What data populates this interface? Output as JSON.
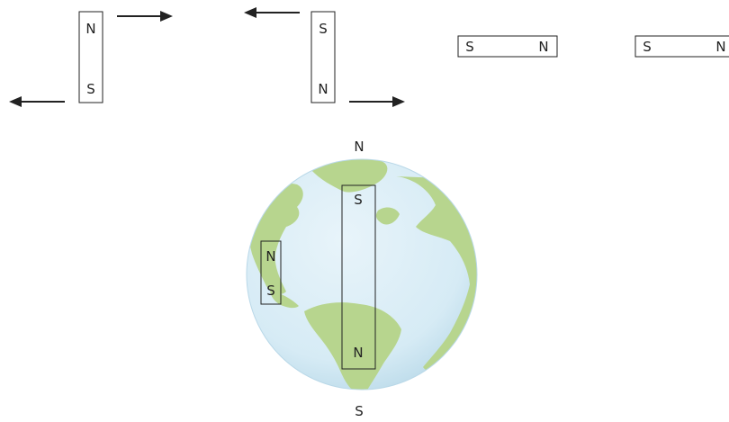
{
  "magnet_pair_1": {
    "left_top": "N",
    "left_bottom": "S"
  },
  "magnet_pair_2": {
    "top": "S",
    "bottom": "N"
  },
  "bar_magnet_3": {
    "left": "S",
    "right": "N"
  },
  "bar_magnet_4": {
    "left": "S",
    "right": "N"
  },
  "earth": {
    "north_label": "N",
    "south_label": "S",
    "large_magnet": {
      "top": "S",
      "bottom": "N"
    },
    "small_magnet": {
      "top": "N",
      "bottom": "S"
    }
  },
  "colors": {
    "ocean": "#dcedf6",
    "ocean_edge": "#b9d8e8",
    "land": "#b7d58e",
    "outline": "#222222"
  }
}
